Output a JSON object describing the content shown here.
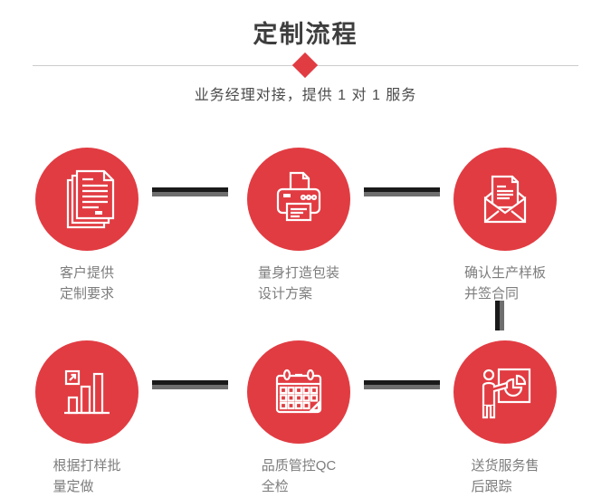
{
  "header": {
    "title": "定制流程",
    "subtitle": "业务经理对接，提供 1 对 1 服务"
  },
  "colors": {
    "accent_red": "#e13c42",
    "divider_gray": "#cccccc",
    "connector_black": "#1a1a1a",
    "connector_gray": "#6e6e6e",
    "title_text": "#3e3e3e",
    "label_text": "#7d7d7d"
  },
  "icons": {
    "header_marker": "diamond-icon",
    "step_icons": [
      "documents-icon",
      "printer-icon",
      "envelope-icon",
      "bar-chart-icon",
      "calendar-icon",
      "presentation-icon"
    ]
  },
  "steps": [
    {
      "icon": "documents-icon",
      "line1": "客户提供",
      "line2": "定制要求"
    },
    {
      "icon": "printer-icon",
      "line1": "量身打造包装",
      "line2": "设计方案"
    },
    {
      "icon": "envelope-icon",
      "line1": "确认生产样板",
      "line2": "并签合同"
    },
    {
      "icon": "bar-chart-icon",
      "line1": "根据打样批",
      "line2": "量定做"
    },
    {
      "icon": "calendar-icon",
      "line1": "品质管控QC",
      "line2": "全检"
    },
    {
      "icon": "presentation-icon",
      "line1": "送货服务售",
      "line2": "后跟踪"
    }
  ]
}
